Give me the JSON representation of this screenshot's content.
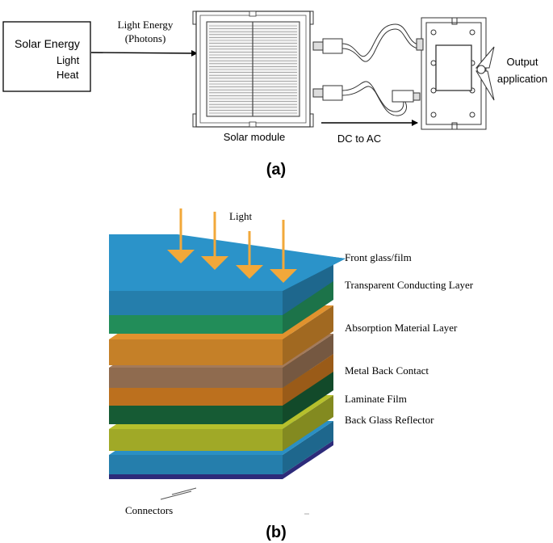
{
  "panel_a": {
    "source_box": {
      "line1": "Solar Energy",
      "line2": "Light",
      "line3": "Heat"
    },
    "light_energy_label": {
      "line1": "Light Energy",
      "line2": "(Photons)"
    },
    "module_label": "Solar module",
    "conversion_label": "DC to AC",
    "output_label": {
      "line1": "Output",
      "line2": "application"
    },
    "caption": "(a)"
  },
  "panel_b": {
    "light_label": "Light",
    "layers": [
      {
        "label": "Front glass/film",
        "color": "#2a8fc4"
      },
      {
        "label": "Transparent Conducting Layer",
        "color": "#27a065"
      },
      {
        "label": "Absorption Material Layer",
        "color": "#e0922e"
      },
      {
        "label": "Metal Back Contact",
        "color": "#a37a5a"
      },
      {
        "label": "Laminate Film",
        "color": "#19673b"
      },
      {
        "label": "Back Glass Reflector",
        "color": "#b6c02c"
      }
    ],
    "connectors_label": "Connectors",
    "caption": "(b)",
    "arrow_color": "#f2a83a"
  }
}
